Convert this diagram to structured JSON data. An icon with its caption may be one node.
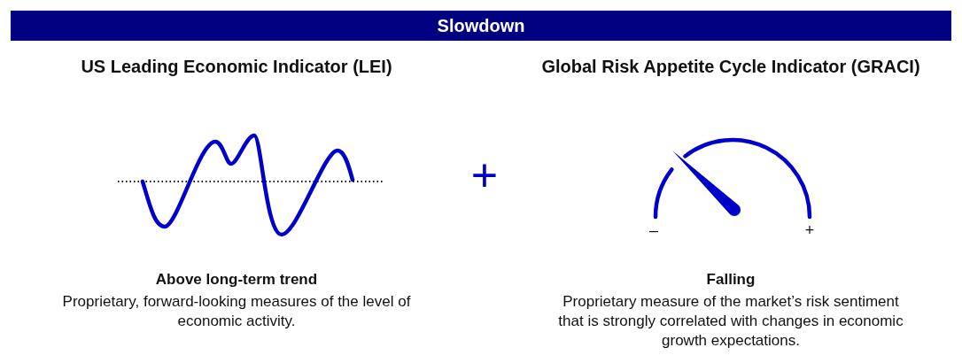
{
  "diagram": {
    "title": "Slowdown",
    "labels": [
      "US Leading Economic Indicator (LEI)",
      "Global Risk Appetite Cycle Indicator (GRACI)",
      "+",
      "–",
      "+",
      "Above long-term trend",
      "Proprietary, forward-looking measures of the level of economic activity.",
      "Falling",
      "Proprietary measure of the market’s risk sentiment that is strongly correlated with changes in economic growth expectations."
    ]
  }
}
